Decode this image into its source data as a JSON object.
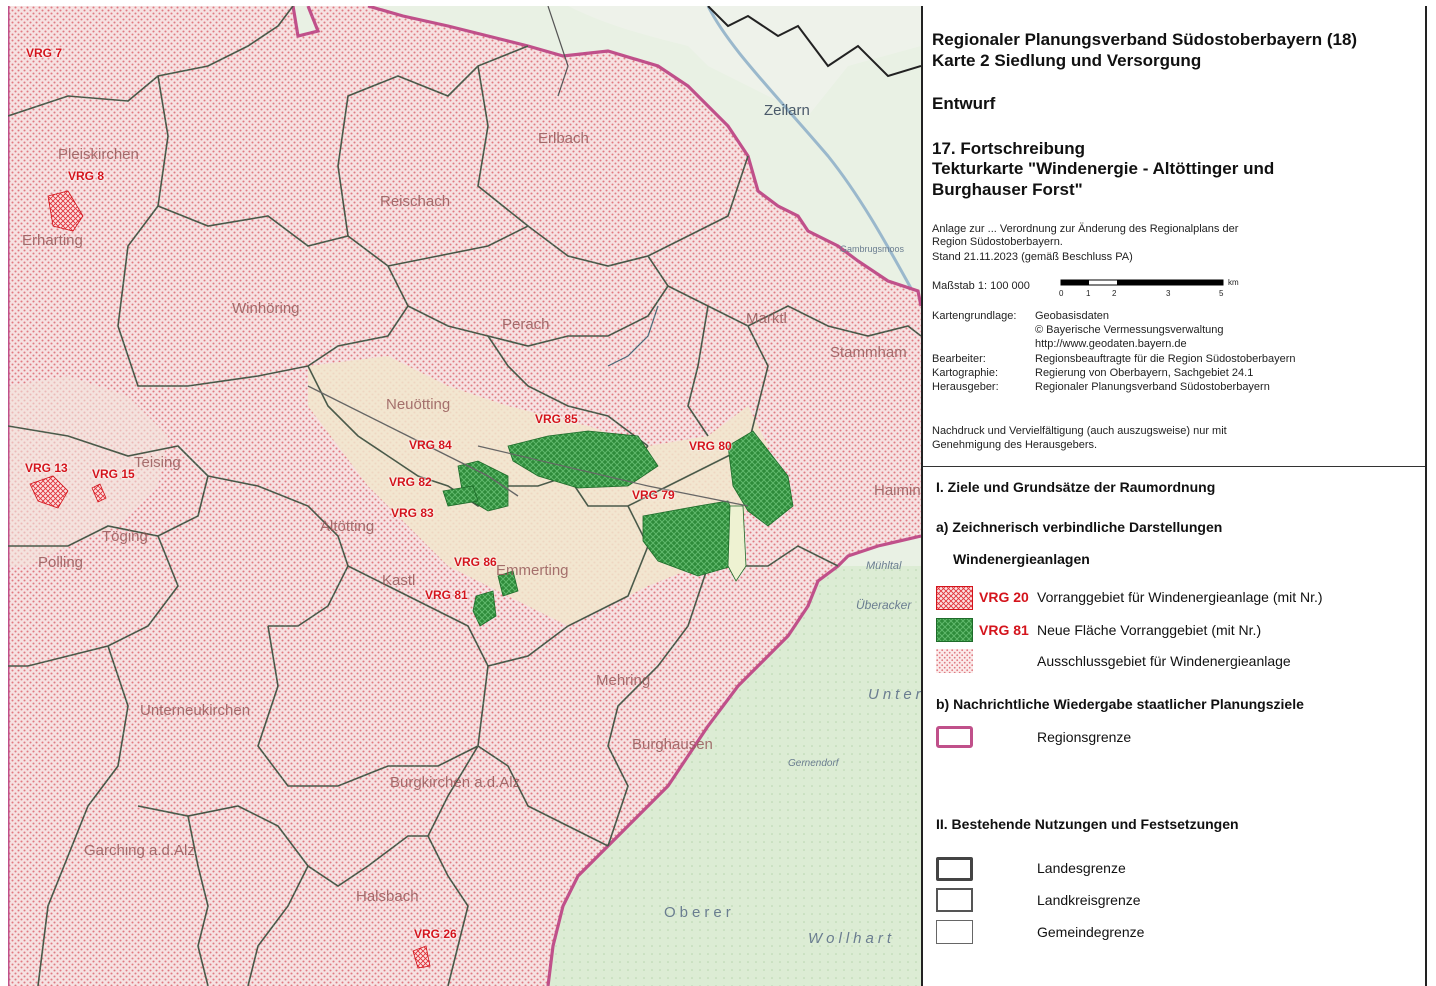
{
  "title": {
    "line1": "Regionaler Planungsverband Südostoberbayern (18)",
    "line2": "Karte 2 Siedlung und Versorgung",
    "entwurf": "Entwurf",
    "fort1": "17. Fortschreibung",
    "fort2": "Tekturkarte \"Windenergie - Altöttinger und",
    "fort3": "Burghauser Forst\""
  },
  "anlage": {
    "line1": "Anlage zur ... Verordnung zur Änderung des Regionalplans der",
    "line2": "Region Südostoberbayern.",
    "line3": "Stand 21.11.2023 (gemäß Beschluss PA)"
  },
  "scale": {
    "label": "Maßstab 1: 100 000",
    "unit": "km",
    "ticks": [
      "0",
      "1",
      "2",
      "3",
      "5"
    ]
  },
  "credits": [
    {
      "key": "Kartengrundlage:",
      "value": "Geobasisdaten"
    },
    {
      "key": "",
      "value": "© Bayerische Vermessungsverwaltung"
    },
    {
      "key": "",
      "value": "http://www.geodaten.bayern.de"
    },
    {
      "key": "Bearbeiter:",
      "value": "Regionsbeauftragte für die Region Südostoberbayern"
    },
    {
      "key": "Kartographie:",
      "value": "Regierung von Oberbayern, Sachgebiet 24.1"
    },
    {
      "key": "Herausgeber:",
      "value": "Regionaler Planungsverband Südostoberbayern"
    }
  ],
  "nachdruck": {
    "line1": "Nachdruck und Vervielfältigung (auch auszugsweise) nur mit",
    "line2": "Genehmigung des Herausgebers."
  },
  "legend": {
    "section1": "I. Ziele und Grundsätze der Raumordnung",
    "sub_a": "a) Zeichnerisch verbindliche Darstellungen",
    "group": "Windenergieanlagen",
    "vrg20_code": "VRG 20",
    "vrg20_label": "Vorranggebiet für Windenergieanlage (mit Nr.)",
    "vrg81_code": "VRG 81",
    "vrg81_label": "Neue Fläche Vorranggebiet (mit Nr.)",
    "ausschluss_label": "Ausschlussgebiet für Windenergieanlage",
    "sub_b": "b) Nachrichtliche Wiedergabe staatlicher Planungsziele",
    "regionsgrenze": "Regionsgrenze",
    "section2": "II. Bestehende Nutzungen und Festsetzungen",
    "landesgrenze": "Landesgrenze",
    "landkreisgrenze": "Landkreisgrenze",
    "gemeindegrenze": "Gemeindegrenze"
  },
  "map": {
    "places": [
      "Pleiskirchen",
      "Erharting",
      "Reischach",
      "Winhöring",
      "Perach",
      "Erlbach",
      "Zeilarn",
      "Marktl",
      "Stammham",
      "Neuötting",
      "Teising",
      "Töging",
      "Polling",
      "Altötting",
      "Kastl",
      "Haiming",
      "Emmerting",
      "Mehring",
      "Burghausen",
      "Unterneukirchen",
      "Burgkirchen a.d.Alz",
      "Garching a.d.Alz",
      "Halsbach"
    ],
    "vrg_labels": [
      "VRG 7",
      "VRG 8",
      "VRG 13",
      "VRG 15",
      "VRG 84",
      "VRG 85",
      "VRG 80",
      "VRG 82",
      "VRG 83",
      "VRG 79",
      "VRG 86",
      "VRG 81",
      "VRG 26"
    ],
    "mini_labels": [
      "Gambrugsmoos",
      "Oberer",
      "Wollhart",
      "Untere",
      "Mühltal",
      "Überacker",
      "Gernendorf"
    ]
  },
  "colors": {
    "exclusion_dot": "#e07a82",
    "exclusion_bg": "#f7e4e4",
    "new_vrg_green": "#2e8b3a",
    "vrg_red": "#d4141c",
    "region_border": "#c0508a",
    "admin_border": "#4a5a4a"
  }
}
